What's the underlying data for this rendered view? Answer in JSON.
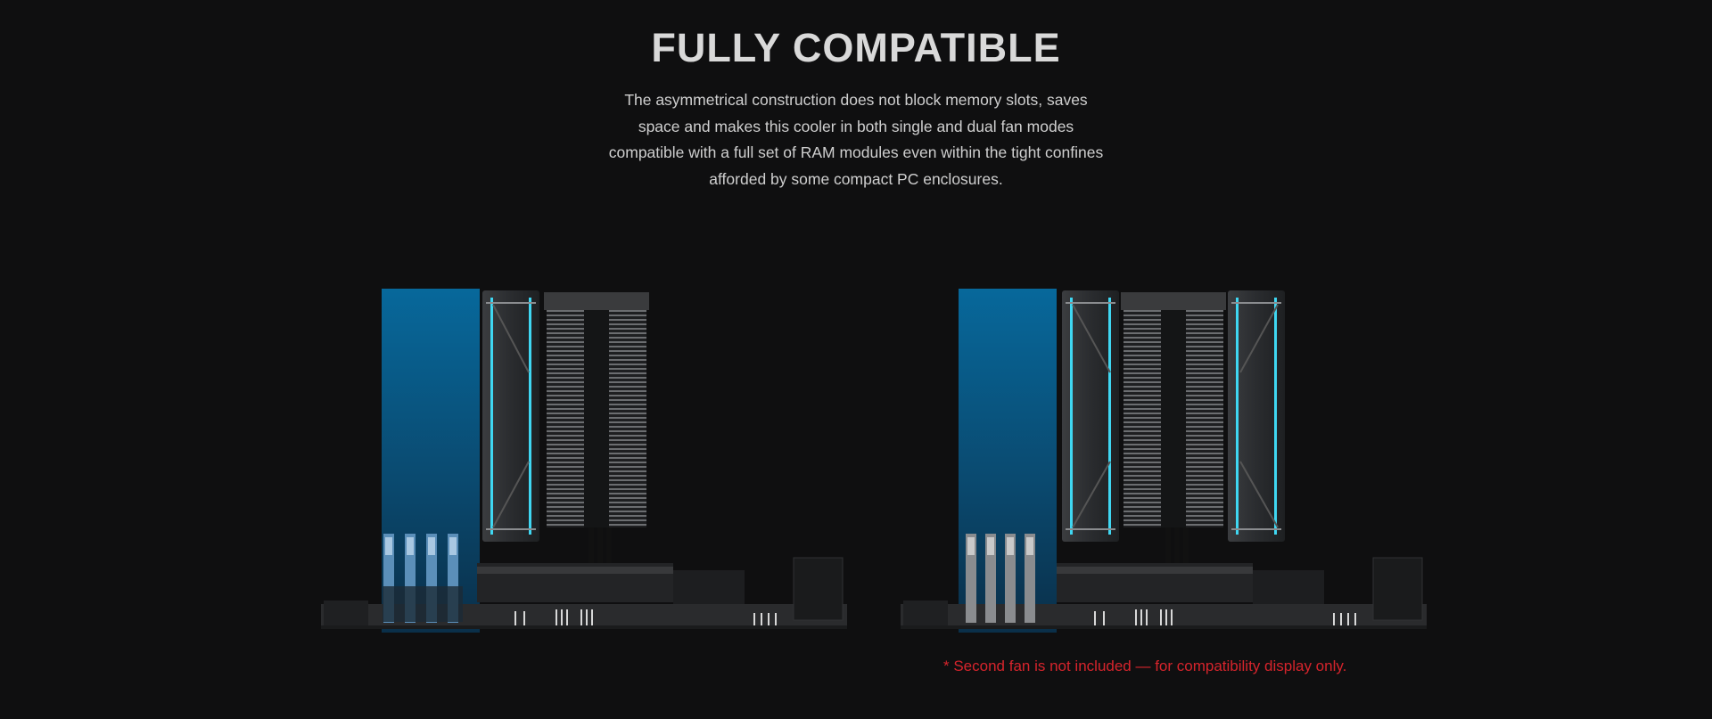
{
  "section": {
    "title": "FULLY COMPATIBLE",
    "description": "The asymmetrical construction does not block memory slots, saves space and makes this cooler in both single and dual fan modes compatible with a full set of RAM modules even within the tight confines afforded by some compact PC enclosures.",
    "footnote": "* Second fan is not included — for compatibility display only."
  },
  "illustrations": [
    {
      "mode": "single fan",
      "fan_count": 1,
      "ram_slot_count": 4
    },
    {
      "mode": "dual fan",
      "fan_count": 2,
      "ram_slot_count": 4
    }
  ],
  "colors": {
    "background": "#0f0f10",
    "clearance_highlight_top": "#07689b",
    "clearance_highlight_bottom": "#0a2f49",
    "fan_accent": "#3fd7f2",
    "footnote": "#d6242c"
  }
}
